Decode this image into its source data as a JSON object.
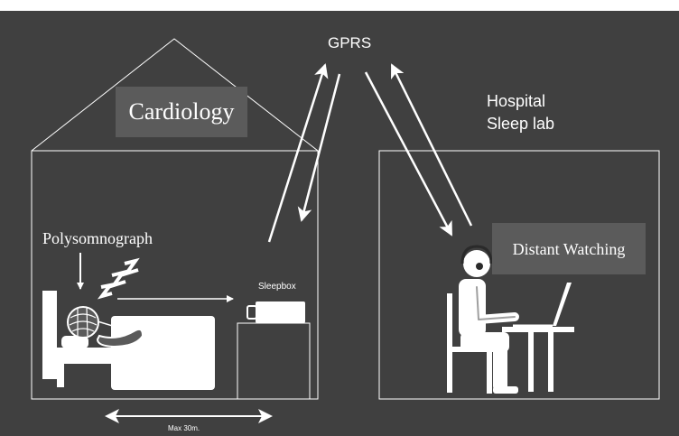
{
  "labels": {
    "gprs": "GPRS",
    "cardiology": "Cardiology",
    "hospital_line1": "Hospital",
    "hospital_line2": "Sleep lab",
    "polysomnograph": "Polysomnograph",
    "sleepbox": "Sleepbox",
    "distant_watching": "Distant Watching",
    "distance": "Max 30m."
  },
  "colors": {
    "background": "#404040",
    "line": "#ffffff",
    "label_box": "#5b5b5b"
  }
}
